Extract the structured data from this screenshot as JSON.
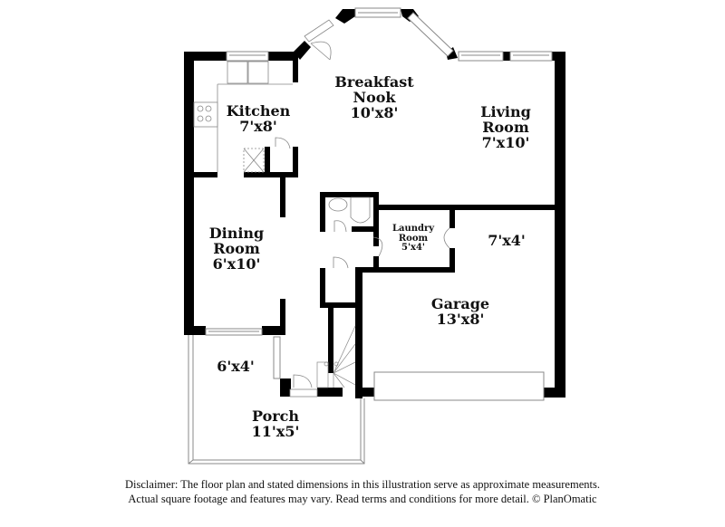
{
  "floorplan": {
    "rooms": [
      {
        "id": "kitchen",
        "name": "Kitchen",
        "dims": "7'x8'"
      },
      {
        "id": "breakfast-nook",
        "name_line1": "Breakfast",
        "name_line2": "Nook",
        "dims": "10'x8'"
      },
      {
        "id": "living-room",
        "name_line1": "Living",
        "name_line2": "Room",
        "dims": "7'x10'"
      },
      {
        "id": "dining-room",
        "name_line1": "Dining",
        "name_line2": "Room",
        "dims": "6'x10'"
      },
      {
        "id": "laundry-room",
        "name_line1": "Laundry",
        "name_line2": "Room",
        "dims": "5'x4'"
      },
      {
        "id": "garage-storage",
        "dims": "7'x4'"
      },
      {
        "id": "garage",
        "name": "Garage",
        "dims": "13'x8'"
      },
      {
        "id": "porch-side",
        "dims": "6'x4'"
      },
      {
        "id": "porch",
        "name": "Porch",
        "dims": "11'x5'"
      }
    ],
    "colors": {
      "wall": "#000000",
      "fixture": "#888888",
      "background": "#ffffff"
    }
  },
  "disclaimer": {
    "line1": "Disclaimer: The floor plan and stated dimensions in this illustration serve as approximate measurements.",
    "line2": "Actual square footage and features may vary. Read terms and conditions for more detail. © PlanOmatic"
  }
}
